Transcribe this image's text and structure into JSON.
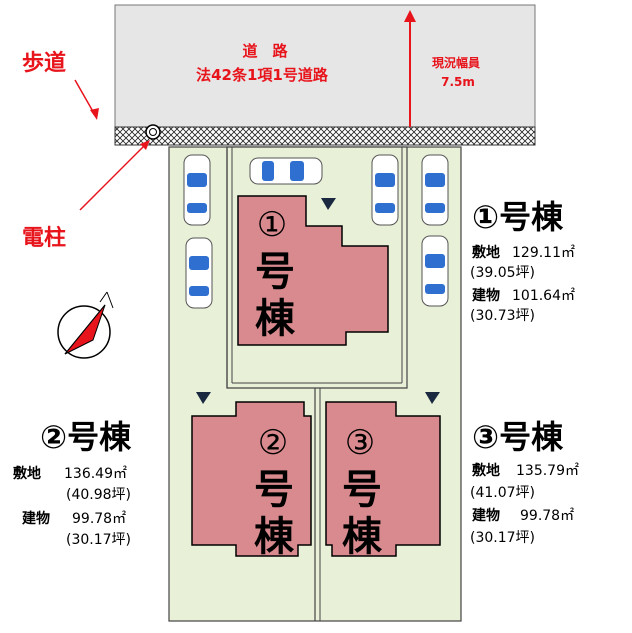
{
  "road": {
    "title": "道　路",
    "subtitle": "法42条1項1号道路",
    "width_label": "現況幅員",
    "width_value": "7.5m"
  },
  "annotations": {
    "sidewalk": "歩道",
    "utility_pole": "電柱"
  },
  "lots": [
    {
      "label": "①号棟",
      "house_num": "①",
      "house_char1": "号",
      "house_char2": "棟",
      "site_label": "敷地",
      "site_area": "129.11㎡",
      "site_tsubo": "(39.05坪)",
      "bldg_label": "建物",
      "bldg_area": "101.64㎡",
      "bldg_tsubo": "(30.73坪)"
    },
    {
      "label": "②号棟",
      "house_num": "②",
      "house_char1": "号",
      "house_char2": "棟",
      "site_label": "敷地",
      "site_area": "136.49㎡",
      "site_tsubo": "(40.98坪)",
      "bldg_label": "建物",
      "bldg_area": "99.78㎡",
      "bldg_tsubo": "(30.17坪)"
    },
    {
      "label": "③号棟",
      "house_num": "③",
      "house_char1": "号",
      "house_char2": "棟",
      "site_label": "敷地",
      "site_area": "135.79㎡",
      "site_tsubo": "(41.07坪)",
      "bldg_label": "建物",
      "bldg_area": "99.78㎡",
      "bldg_tsubo": "(30.17坪)"
    }
  ],
  "colors": {
    "road": "#e6e6e6",
    "lot": "#e8f0d8",
    "house": "#d98a8e",
    "house_stroke": "#000000",
    "accent_red": "#e8141c",
    "car_body": "#ffffff",
    "car_glass": "#2e6fd0"
  }
}
